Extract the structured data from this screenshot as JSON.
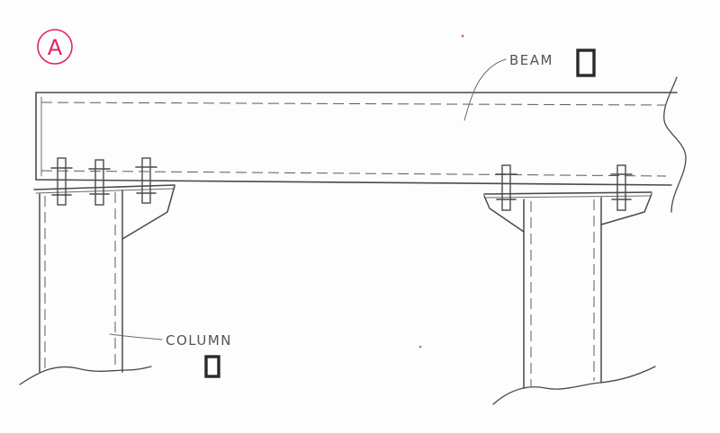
{
  "sheet_mark": "A",
  "labels": {
    "beam": "BEAM",
    "column": "COLUMN"
  },
  "colors": {
    "ink": "#4a4a4a",
    "marker": "#e0245e",
    "paper": "#fdfdfd"
  }
}
